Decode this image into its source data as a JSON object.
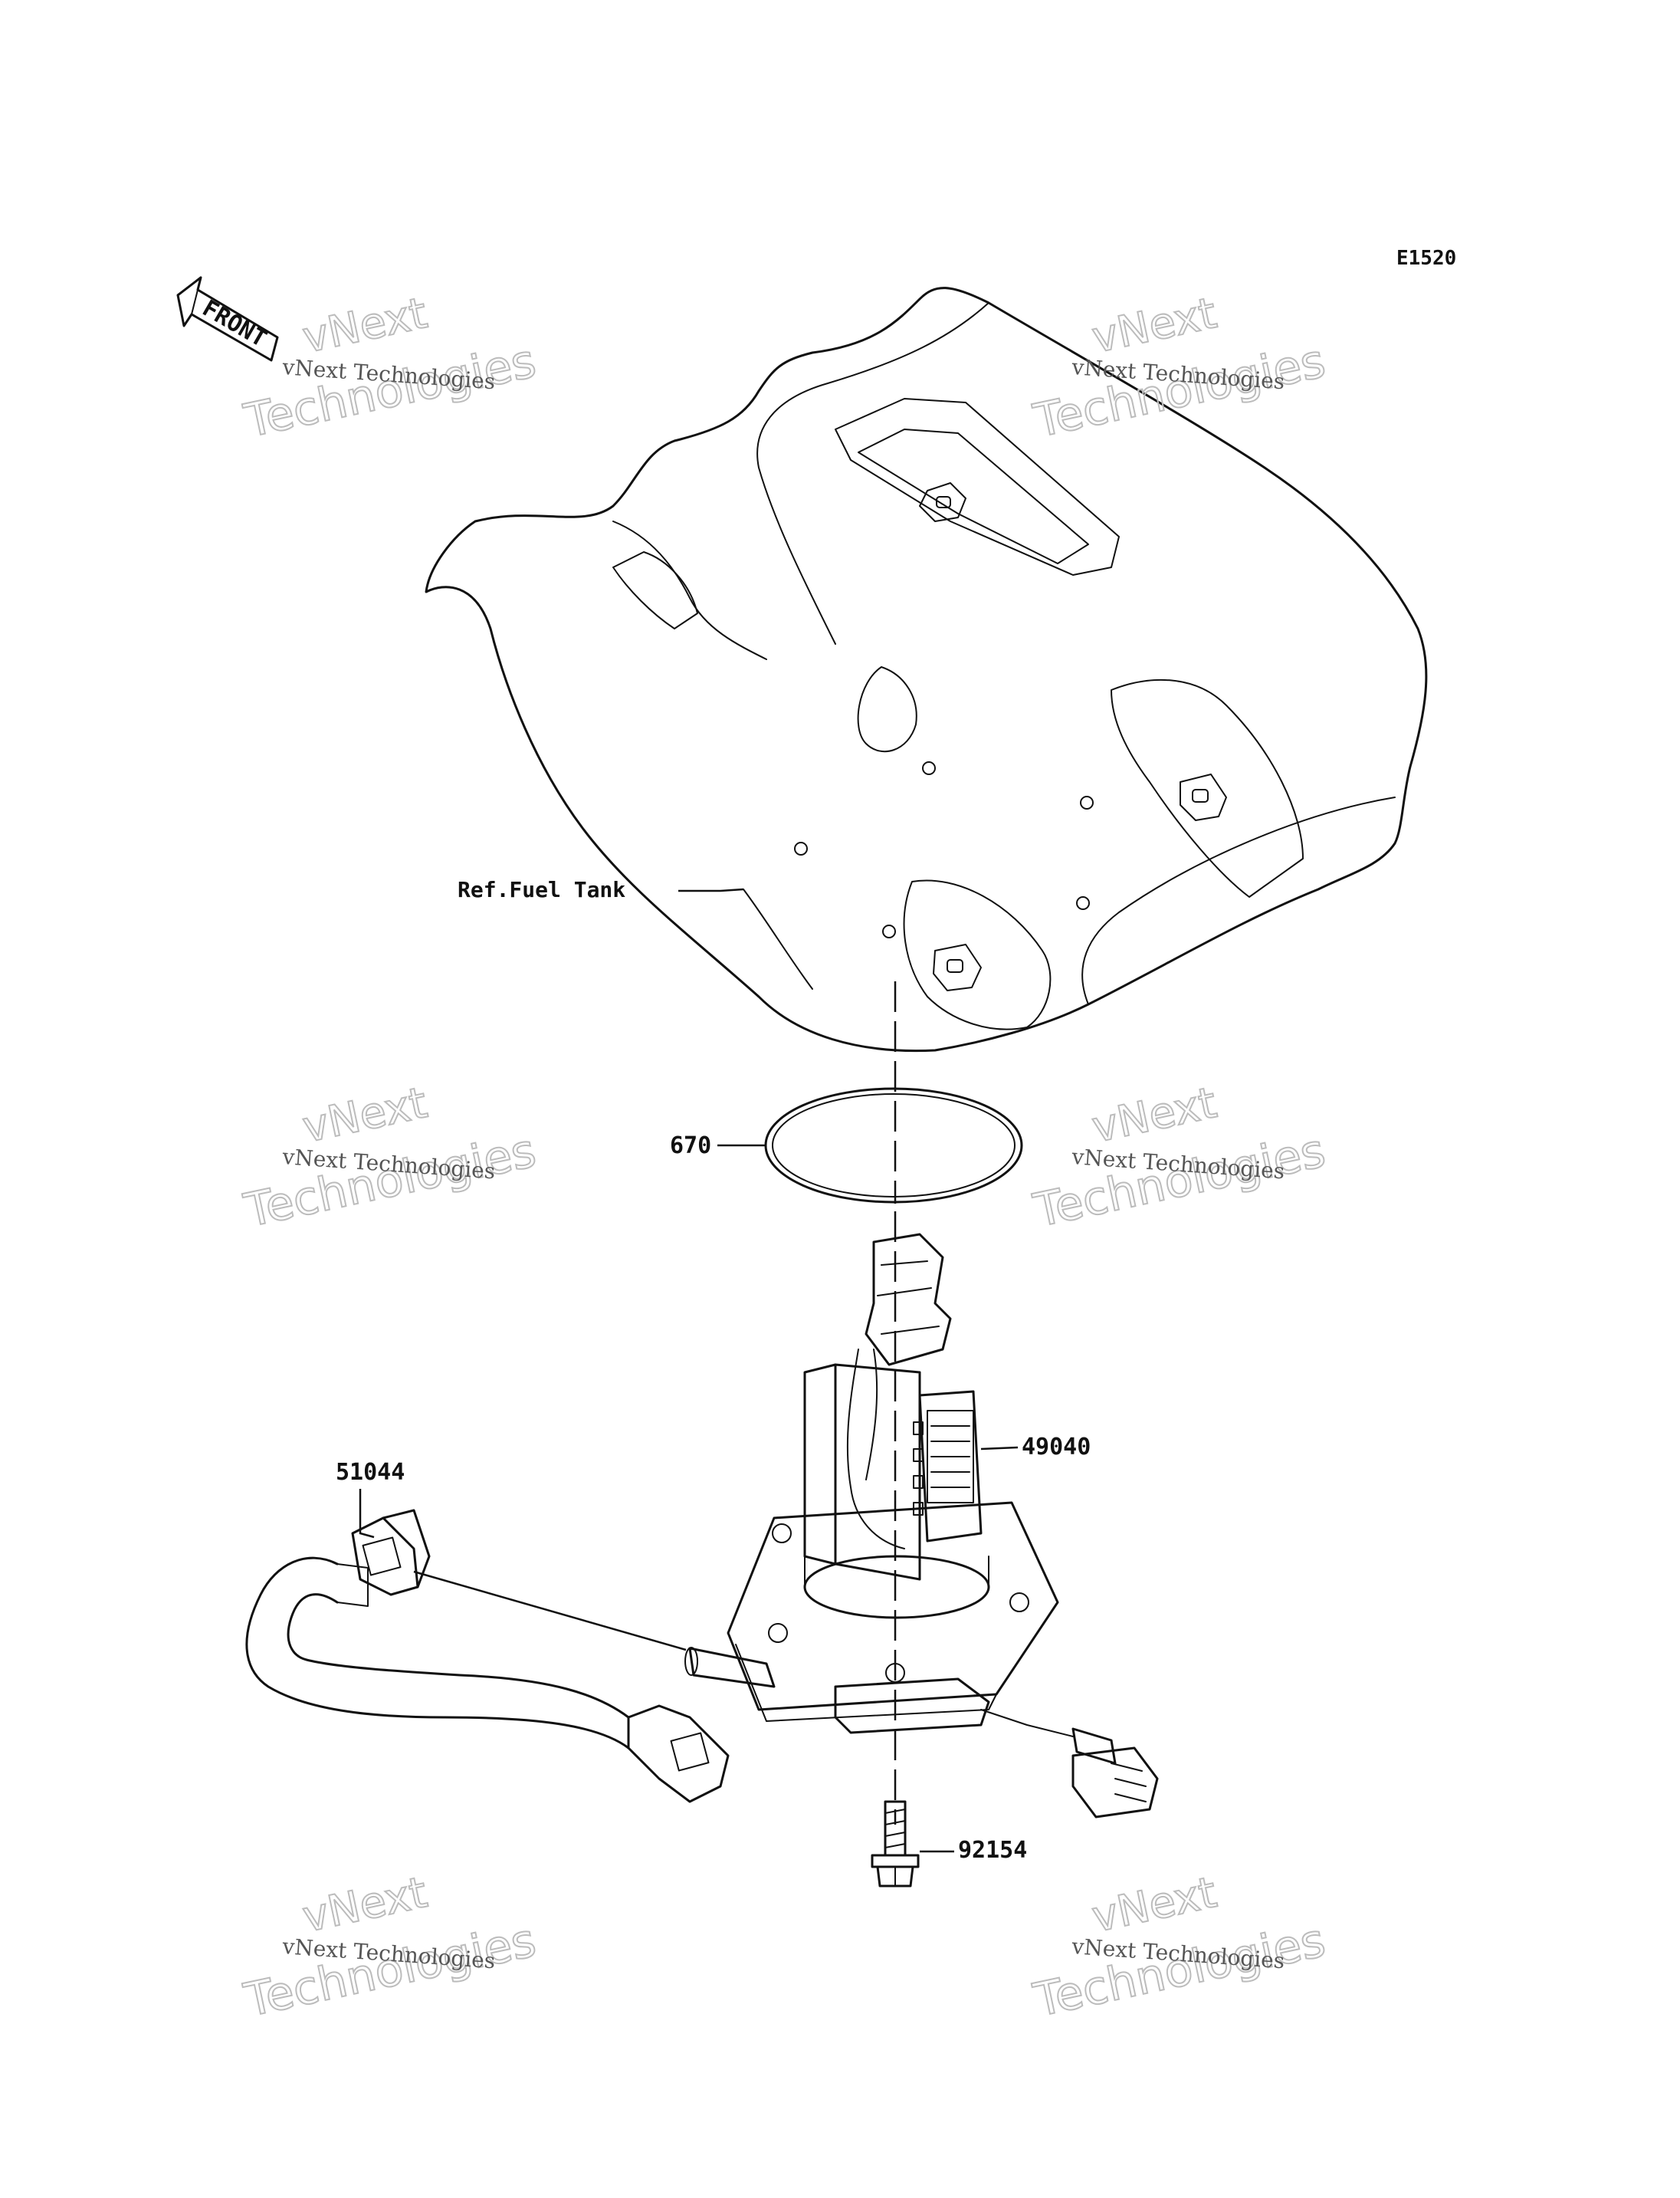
{
  "diagram_code": "E1520",
  "front_label": "FRONT",
  "callouts": {
    "fuel_tank": "Ref.Fuel Tank",
    "o_ring": "670",
    "fuel_pump": "49040",
    "fuel_hose": "51044",
    "bolt": "92154"
  },
  "watermark": {
    "line1": "vNext Technologies",
    "line2": "vNext",
    "line3": "Technologies"
  }
}
